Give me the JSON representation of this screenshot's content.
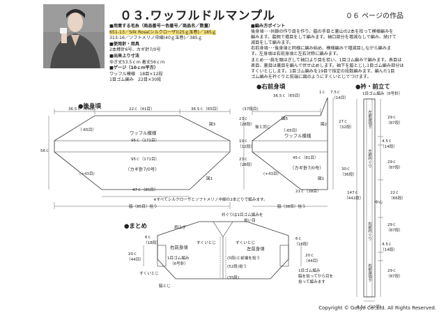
{
  "header": {
    "title": "０３.ワッフルドルマンプル",
    "page_ref": "０６ ページの作品"
  },
  "info": {
    "yarn_heading": "■用意する毛糸（商品番号ー色番号／商品名／数量）",
    "yarn_line1": "651-13／Silk Rosa(シルクローザ)(25ｇ玉巻)／185ｇ",
    "yarn_line2": "313-16／ソフトメリノ中細(40ｇ玉巻)／385ｇ",
    "needle_heading": "■使用針・用具",
    "needle_line": "2本棒針6号、カギ針7/0号",
    "size_heading": "■出来上り寸法",
    "size_line": "ゆき丈53.5ｃｍ 着丈56ｃｍ",
    "gauge_heading": "■ゲージ（10ｃｍ平方）",
    "gauge_line1": "ワッフル模様　18目×12段",
    "gauge_line2": "1目ゴム編み　22目×30段"
  },
  "points": {
    "heading": "■編み方ポイント",
    "lines": [
      "後身頃･･･共鎖の作り目を作り、脇の手目と裏山の2本を拾って模様編みを",
      "編みます。脇側で増目をして編みます。袖口部分を増減なしで編み、続けて",
      "減目をして編みます。",
      "右前身頃･･･後身頃と同様に編み始め、模様編みで増減目しながら編みま",
      "す。左身頃は右前身頃と左右対称に編みます。",
      "まとめ･･･肩を頭はぎして袖口より目を拾い、1目ゴム編みで編みます。表目は",
      "表目、裏目は裏目を編んで伏せ止めします。袖下を脇とじし1目ゴム編み部分は",
      "すくいとじします。1目ゴム編みを19目で指定の段数編みます。編んだ1目",
      "ゴム編みを衿ぐりと前端に図のようにすくいとじでつけます。"
    ]
  },
  "back": {
    "title": "●後身頃",
    "top_left": "36.5ｃ（65目）",
    "top_mid": "22ｃ（41目）",
    "top_right": "36.5ｃ（65目）",
    "side_h": "56ｃ",
    "dec_left": "（-65目）",
    "dec_right": "図3",
    "pattern": "ワッフル模様",
    "w1": "95ｃ（171目）",
    "w2": "95ｃ（171目）",
    "needle": "（カギ針7/0号）",
    "inc": "(+43目)",
    "bottom": "47ｃ（85目）",
    "fig1": "図1",
    "sleeve_edge": "（85目）",
    "cast": "脇（85目）拾う"
  },
  "right_front": {
    "title": "●右前身頃",
    "top_w": "36.5ｃ（65目）",
    "top_small": "1ｃ",
    "top_small2": "7.5ｃ",
    "top_small3": "（14目）",
    "rows1": "(37段目)",
    "h1": "23ｃ",
    "h1b": "（28段）",
    "h2": "10ｃ",
    "h2b": "（12段）",
    "h3": "23ｃ",
    "h3b": "（28段）",
    "fig5": "図5",
    "fig2": "図2",
    "shoulder": "後と同じ",
    "dec": "（-65目）",
    "pattern": "ワッフル模様",
    "r1": "27ｃ",
    "r1b": "（32段）",
    "w": "45ｃ（81目）",
    "needle": "（カギ針7/0号）",
    "inc": "(+43目)",
    "side": "30ｃ",
    "side_b": "（36段）",
    "bottom": "21ｃ（38目）",
    "fig": "図1",
    "cast": "脇（38目）拾う",
    "note": "※すべてシルクローザとソフトメリノ中細の2本どりで編みます。"
  },
  "band": {
    "title": "●衿・前立て",
    "needle": "1目ゴム編み（6号針）",
    "top1": "左前身頃下",
    "top2": "右前身頃下",
    "a1": "29ｃ",
    "a1b": "（87段）",
    "b1": "4.5ｃ",
    "b1b": "（14段）",
    "a2": "29ｃ",
    "a2b": "（87段）",
    "c1": "22ｃ",
    "c1b": "（66段）",
    "mid": "中心",
    "total": "147ｃ",
    "total_b": "（442段）",
    "b2": "4.5ｃ",
    "b2b": "（14段）",
    "a3": "29ｃ",
    "a3b": "（87段）",
    "a4": "29ｃ",
    "a4b": "（87段）",
    "lab1": "右前衿ぐり",
    "lab2": "左前衿ぐり",
    "lab3": "右前身頃下",
    "bottom_w": "8.5ｃ（19目）"
  },
  "summary": {
    "title": "●まとめ",
    "shoulder": "肩はぎ",
    "collar": "衿ぐりは1目ゴム編みを",
    "collar2": "拾い目",
    "left_sleeve_w": "6ｃ",
    "left_sleeve_wb": "（18段）",
    "right_front": "右前身頃",
    "left_front": "左前身頃",
    "scrib1": "すくいとじ",
    "scrib2": "すくいとじ",
    "h20": "20ｃ",
    "h20b": "（44目）",
    "rib1": "1目ゴム編み",
    "rib1b": "（6号針）",
    "scrib3": "すくいとじ",
    "side_seam": "脇とじ",
    "pick": "(52段)拾う",
    "pick2": "(35段)",
    "pick3": "(5段)と前端を拾う",
    "right_sleeve_w": "6ｃ",
    "right_sleeve_wb": "（18段）",
    "h20r": "20ｃ",
    "h20rb": "（44目）",
    "rib2": "1目ゴム編み",
    "rib2b": "脇を拾ってから目を",
    "rib2c": "拾って編みます"
  },
  "footer": {
    "copyright": "Copyright © Gosyo Co.,Ltd. All Rights Reserved."
  }
}
